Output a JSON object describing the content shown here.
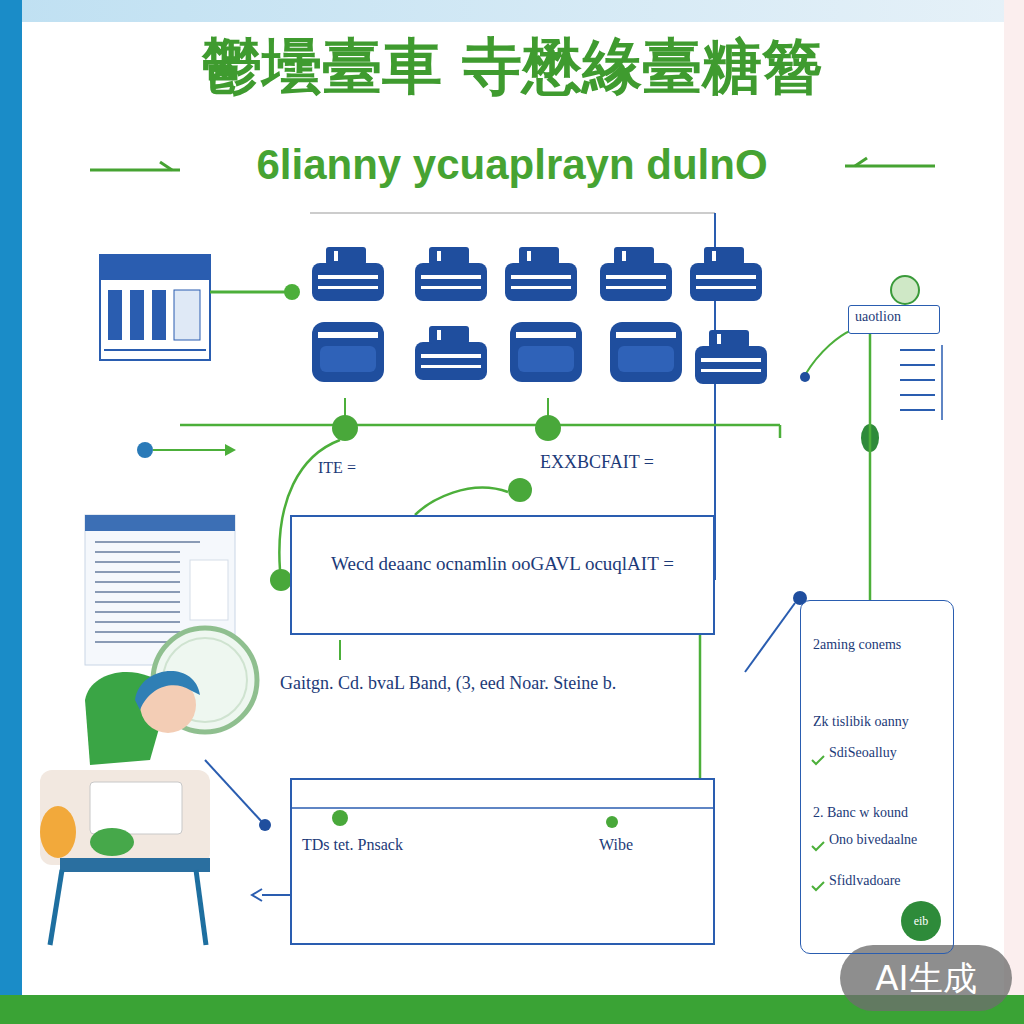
{
  "diagram": {
    "title": "鬱壜臺車 寺懋緣臺糖簪",
    "nodes": [
      {
        "text": [
          "uaotlion"
        ]
      },
      {
        "text": [
          "Wecd deaanc ocnamlin ooGAVL ocuqlAIT ="
        ]
      },
      {
        "text": [
          "2aming conems",
          "Zk tislibik oanny",
          "SdiSeoalluy",
          "2. Banc w kound",
          "Ono bivedaalne",
          "Sfidlvadoare"
        ]
      },
      {
        "text": [
          "TDs tet. Pnsack",
          "Wibe"
        ]
      },
      {
        "text": [
          "eib"
        ],
        "in": 2
      }
    ],
    "edges": [
      {
        "from": 0,
        "to": 2,
        "arrow": "none"
      },
      {
        "from": 1,
        "to": 3,
        "arrow": "none"
      }
    ],
    "labels": [
      "6lianny ycuaplrayn dulnO",
      "ITE =",
      "EXXBCFAIT =",
      "Gaitgn. Cd. bvaL Band, (3, eed Noar. Steine b.",
      "AI生成"
    ]
  }
}
